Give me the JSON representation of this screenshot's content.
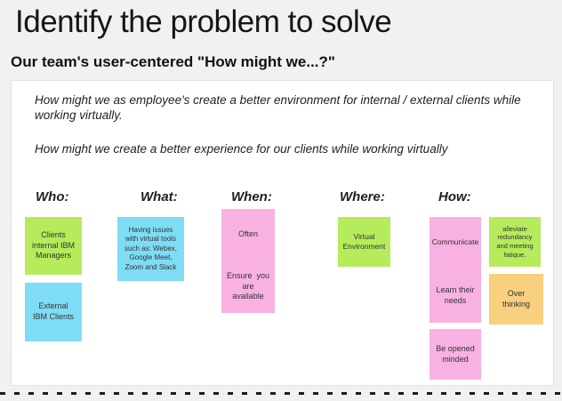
{
  "page": {
    "title": "Identify the problem to solve",
    "subtitle": "Our team's user-centered \"How might we...?\""
  },
  "board": {
    "statements": [
      "How might we as employee's create a better environment for internal / external clients while working virtually.",
      "How might we create a better experience for our clients while working virtually"
    ],
    "columns": [
      {
        "label": "Who:"
      },
      {
        "label": "What:"
      },
      {
        "label": "When:"
      },
      {
        "label": "Where:"
      },
      {
        "label": "How:"
      }
    ],
    "notes": [
      {
        "column": "Who",
        "color": "green",
        "text": "Clients\ninternal IBM\nManagers"
      },
      {
        "column": "Who",
        "color": "blue",
        "text": "External\nIBM Clients"
      },
      {
        "column": "What",
        "color": "blue",
        "text": "Having issues\nwith virtual tools\nsuch as: Webex,\nGoogle Meet,\nZoom and Slack"
      },
      {
        "column": "When",
        "color": "pink",
        "text": "Often"
      },
      {
        "column": "When",
        "color": "pink",
        "text": "Ensure  you\nare\navailable"
      },
      {
        "column": "Where",
        "color": "green",
        "text": "Virtual\nEnvironment"
      },
      {
        "column": "How",
        "color": "pink",
        "text": "Communicate"
      },
      {
        "column": "How",
        "color": "green",
        "text": "alleviate\nredundancy\nand meeting\nfatique."
      },
      {
        "column": "How",
        "color": "pink",
        "text": "Learn their\nneeds"
      },
      {
        "column": "How",
        "color": "orange",
        "text": "Over\nthinking"
      },
      {
        "column": "How",
        "color": "pink",
        "text": "Be opened\nminded"
      }
    ]
  },
  "colors": {
    "green": "#b6eb5c",
    "blue": "#7eddf5",
    "pink": "#f9b1e1",
    "orange": "#f8d07e",
    "page_background": "#f1f1f2",
    "panel_background": "#ffffff",
    "dashed_line": "#1c1c1c"
  }
}
